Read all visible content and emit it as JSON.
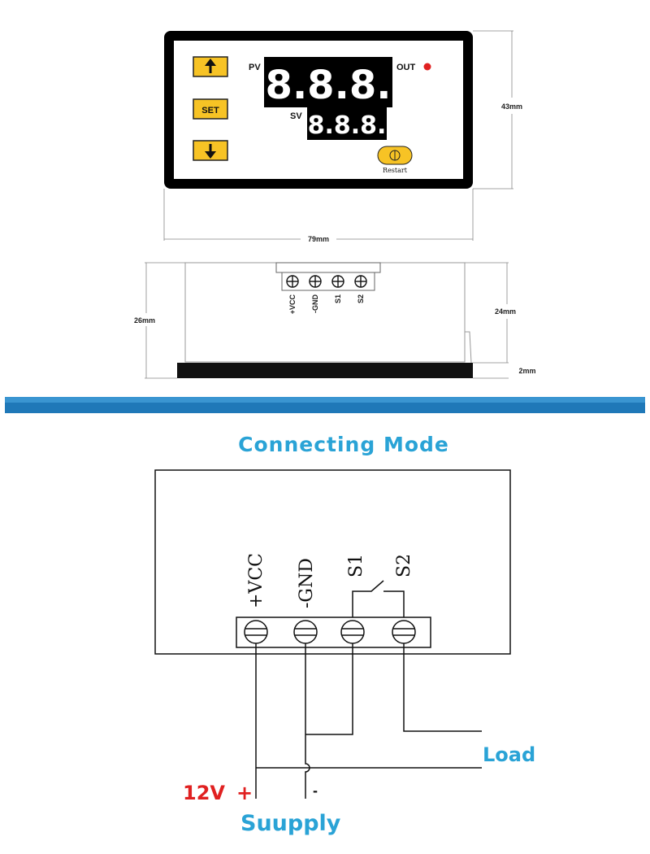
{
  "front_view": {
    "pv_label": "PV",
    "pv_display": "8.8.8.",
    "sv_label": "SV",
    "sv_display": "8.8.8.",
    "out_label": "OUT",
    "set_button": "SET",
    "up_icon": "up-arrow-icon",
    "down_icon": "down-arrow-icon",
    "restart_label": "Restart",
    "height_dim": "43mm",
    "width_dim": "79mm"
  },
  "side_view": {
    "depth_dim": "26mm",
    "body_dim": "24mm",
    "bezel_dim": "2mm",
    "terminals": [
      "+VCC",
      "-GND",
      "S1",
      "S2"
    ]
  },
  "wiring": {
    "title": "Connecting Mode",
    "terminals": [
      "+VCC",
      "-GND",
      "S1",
      "S2"
    ],
    "load_label": "Load",
    "voltage_label": "12V",
    "plus_label": "+",
    "minus_label": "-",
    "supply_label": "Suupply"
  },
  "colors": {
    "accent_yellow": "#f7c325",
    "divider_blue": "#1f78b8",
    "title_blue": "#2aa3d6",
    "voltage_red": "#e02020",
    "led_red": "#e02020"
  }
}
